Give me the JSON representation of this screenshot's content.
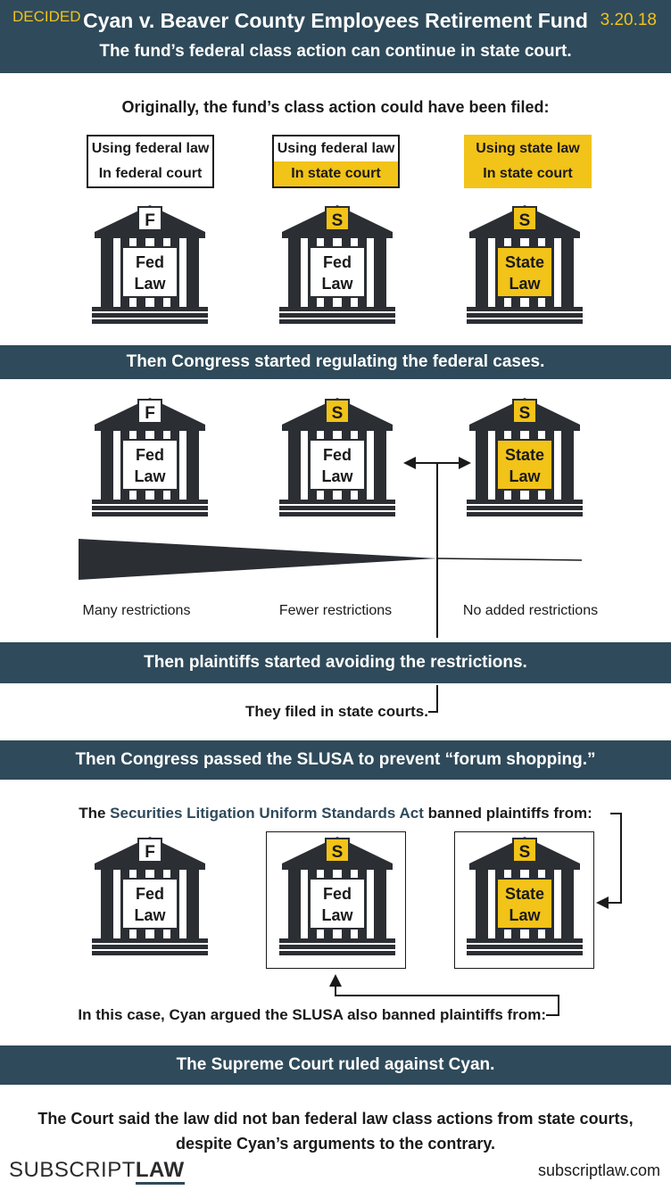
{
  "header": {
    "tag": "DECIDED",
    "title": "Cyan v. Beaver County Employees Retirement Fund",
    "date": "3.20.18",
    "subtitle": "The fund’s federal class action can continue in state court."
  },
  "section1": {
    "intro": "Originally, the fund’s class action could have been filed:",
    "options": [
      {
        "line1": "Using federal law",
        "line2": "In federal court"
      },
      {
        "line1": "Using federal law",
        "line2": "In state court"
      },
      {
        "line1": "Using state law",
        "line2": "In state court"
      }
    ]
  },
  "courthouses": [
    {
      "badge": "F",
      "line1": "Fed",
      "line2": "Law"
    },
    {
      "badge": "S",
      "line1": "Fed",
      "line2": "Law"
    },
    {
      "badge": "S",
      "line1": "State",
      "line2": "Law"
    }
  ],
  "band2": "Then Congress started regulating the federal cases.",
  "restrictions": [
    "Many restrictions",
    "Fewer restrictions",
    "No added restrictions"
  ],
  "band3": "Then plaintiffs started avoiding the restrictions.",
  "filed": "They filed in state courts.",
  "band4": "Then Congress passed the SLUSA to prevent “forum shopping.”",
  "slusa": {
    "prefix": "The ",
    "act": "Securities Litigation Uniform Standards Act",
    "suffix": " banned plaintiffs from:"
  },
  "cyan_argued": "In this case, Cyan argued the SLUSA also banned plaintiffs from:",
  "band5": "The Supreme Court ruled against Cyan.",
  "conclusion": {
    "line1": "The Court said the law did not ban federal law class actions from state courts,",
    "line2": "despite Cyan’s arguments to the contrary."
  },
  "footer": {
    "logo_left": "SUBSCRIPT",
    "logo_right": "LAW",
    "url": "subscriptlaw.com"
  },
  "colors": {
    "navy": "#2f4a5a",
    "yellow": "#f2c318",
    "dark": "#2b2e33"
  }
}
